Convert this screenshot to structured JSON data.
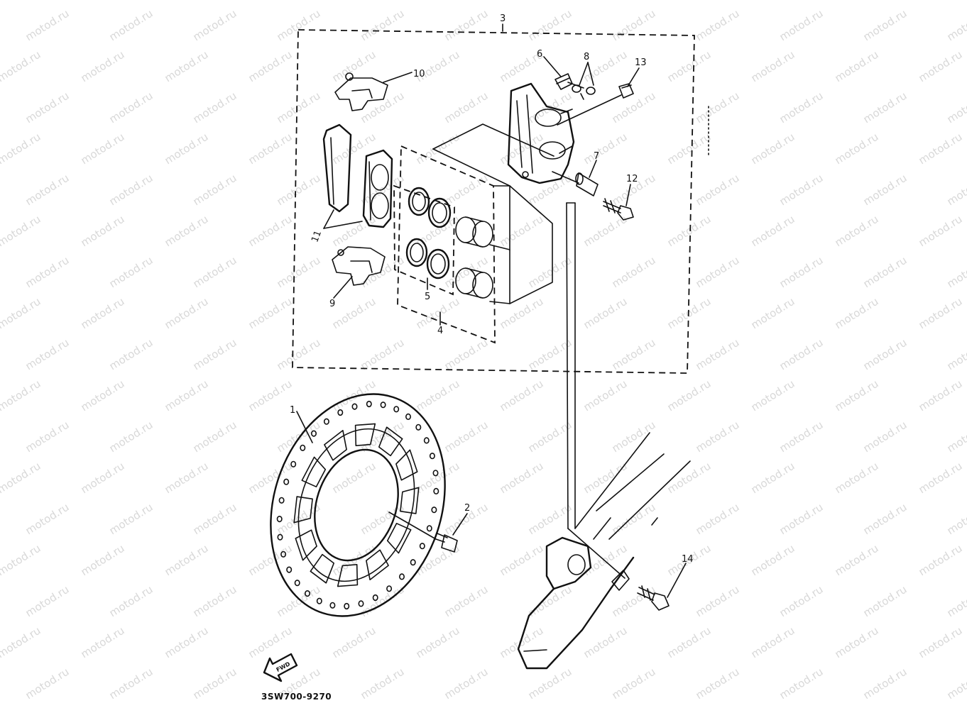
{
  "diagram": {
    "code": "3SW700-9270",
    "watermark": "motod.ru",
    "fwd_label": "FWD",
    "callouts": {
      "c1": "1",
      "c2": "2",
      "c3": "3",
      "c4": "4",
      "c5": "5",
      "c6": "6",
      "c7": "7",
      "c8": "8",
      "c9": "9",
      "c10": "10",
      "c11": "11",
      "c12": "12",
      "c13": "13",
      "c14": "14"
    }
  }
}
